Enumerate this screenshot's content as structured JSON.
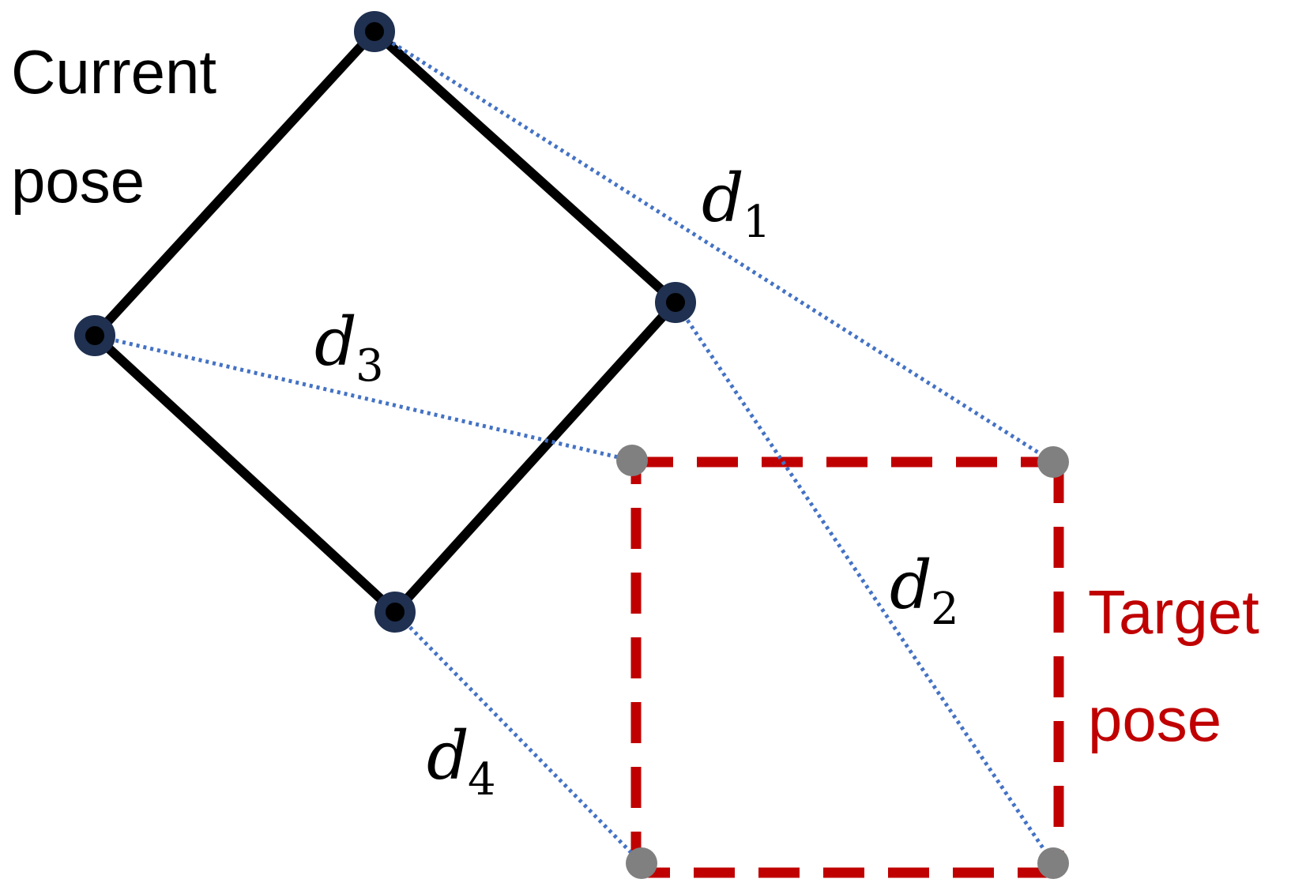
{
  "current_pose": {
    "label_line1": "Current",
    "label_line2": "pose",
    "edge_color": "#000000",
    "vertex_fill": "#000000",
    "vertex_ring": "#1f3050"
  },
  "target_pose": {
    "label_line1": "Target",
    "label_line2": "pose",
    "color": "#c00000",
    "vertex_color": "#808080"
  },
  "distances": {
    "color": "#4472c4",
    "d1": {
      "symbol": "d",
      "subscript": "1"
    },
    "d2": {
      "symbol": "d",
      "subscript": "2"
    },
    "d3": {
      "symbol": "d",
      "subscript": "3"
    },
    "d4": {
      "symbol": "d",
      "subscript": "4"
    }
  }
}
